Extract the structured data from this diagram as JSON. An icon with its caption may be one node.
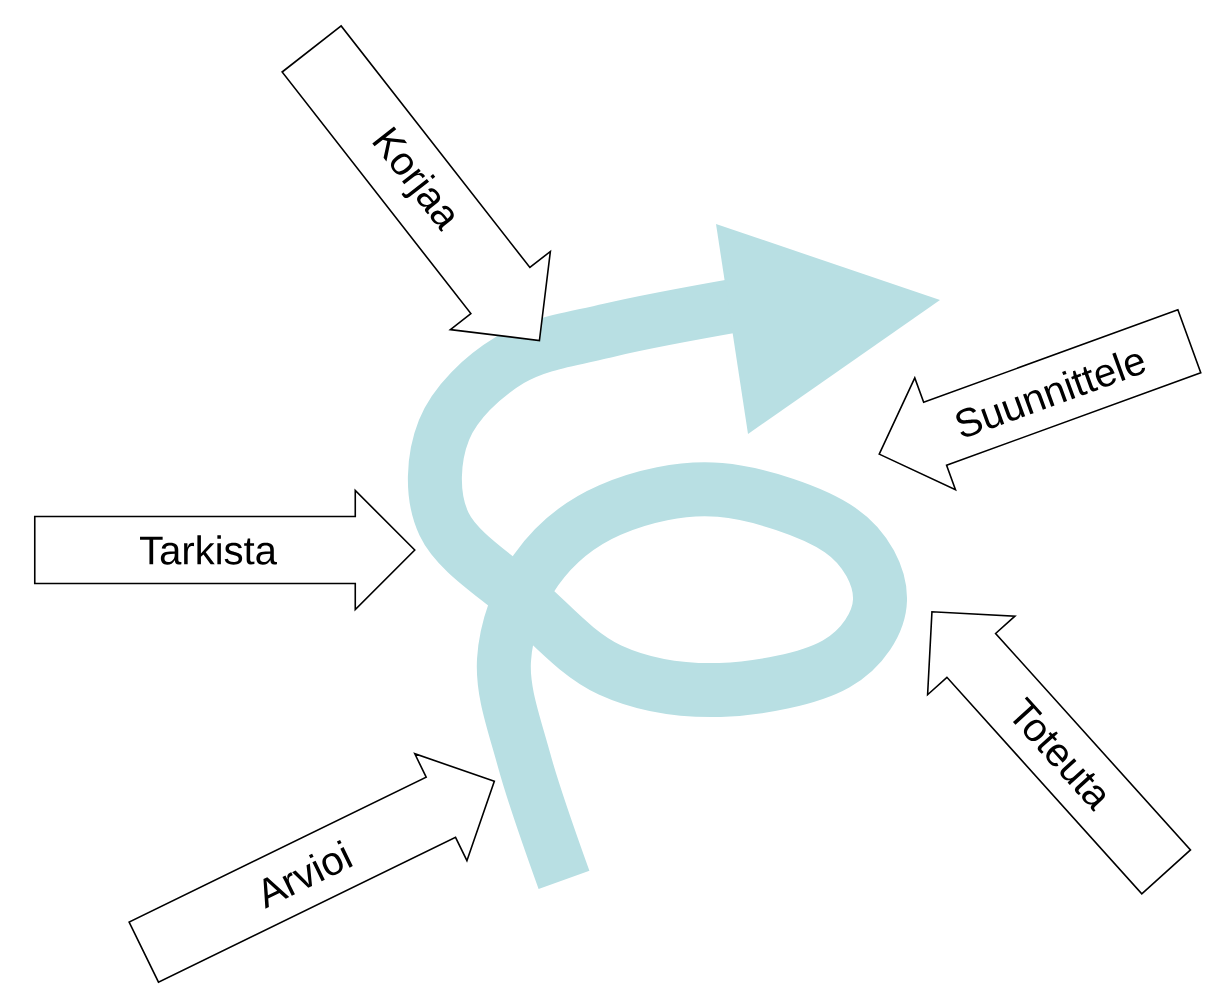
{
  "diagram": {
    "nodes": [
      {
        "text": [
          "Korjaa"
        ]
      },
      {
        "text": [
          "Suunnittele"
        ]
      },
      {
        "text": [
          "Tarkista"
        ]
      },
      {
        "text": [
          "Toteuta"
        ]
      },
      {
        "text": [
          "Arvioi"
        ]
      }
    ]
  }
}
